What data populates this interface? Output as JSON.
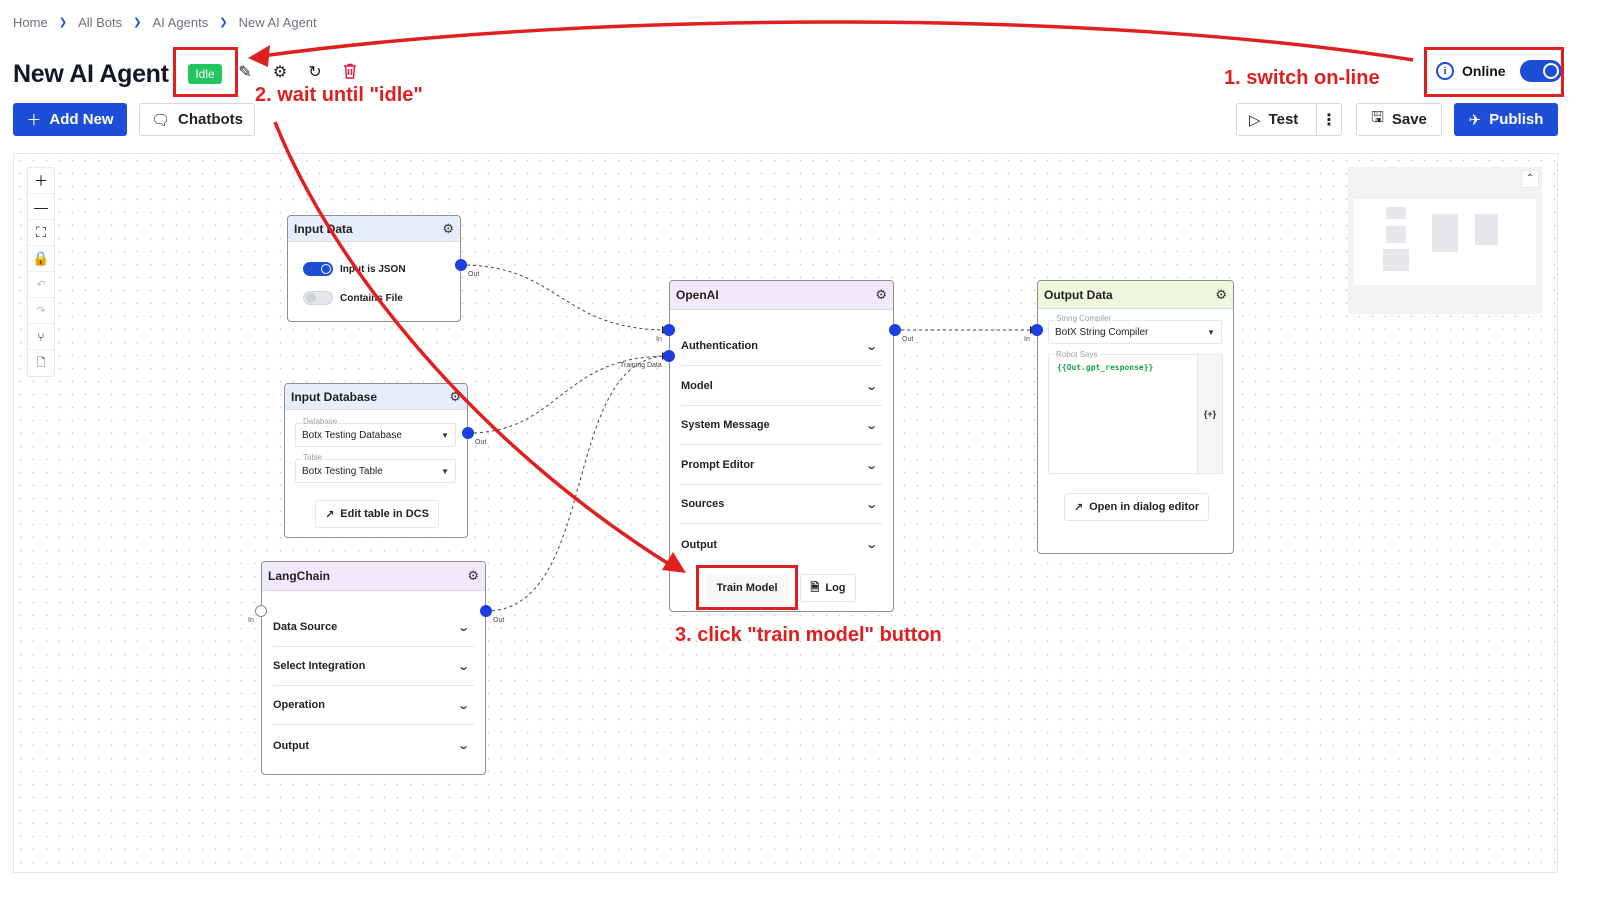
{
  "breadcrumb": [
    "Home",
    "All Bots",
    "AI Agents",
    "New AI Agent"
  ],
  "page": {
    "title": "New AI Agent",
    "status": "Idle"
  },
  "toolbar": {
    "add_new": "Add New",
    "chatbots": "Chatbots",
    "test": "Test",
    "save": "Save",
    "publish": "Publish",
    "online_label": "Online"
  },
  "nodes": {
    "input_data": {
      "title": "Input Data",
      "toggle1": "Input is JSON",
      "toggle2": "Contains File",
      "out": "Out"
    },
    "input_database": {
      "title": "Input Database",
      "db_label": "Database",
      "db_value": "Botx Testing Database",
      "table_label": "Table",
      "table_value": "Botx Testing Table",
      "edit_button": "Edit table in DCS",
      "out": "Out"
    },
    "langchain": {
      "title": "LangChain",
      "rows": [
        "Data Source",
        "Select Integration",
        "Operation",
        "Output"
      ],
      "in": "In",
      "out": "Out"
    },
    "openai": {
      "title": "OpenAI",
      "rows": [
        "Authentication",
        "Model",
        "System Message",
        "Prompt Editor",
        "Sources",
        "Output"
      ],
      "train_button": "Train Model",
      "log_button": "Log",
      "in": "In",
      "training": "Training Data",
      "out": "Out"
    },
    "output_data": {
      "title": "Output Data",
      "compiler_label": "String Compiler",
      "compiler_value": "BotX String Compiler",
      "robot_label": "Robot Says",
      "robot_value": "{{Out.gpt_response}}",
      "var_button": "{+}",
      "open_editor": "Open in dialog editor",
      "in": "In"
    }
  },
  "annotations": {
    "step1": "1. switch on-line",
    "step2": "2. wait until \"idle\"",
    "step3": "3. click \"train model\" button"
  },
  "colors": {
    "primary": "#1d4ed8",
    "annotation": "#e02020",
    "status_idle": "#22c55e"
  }
}
